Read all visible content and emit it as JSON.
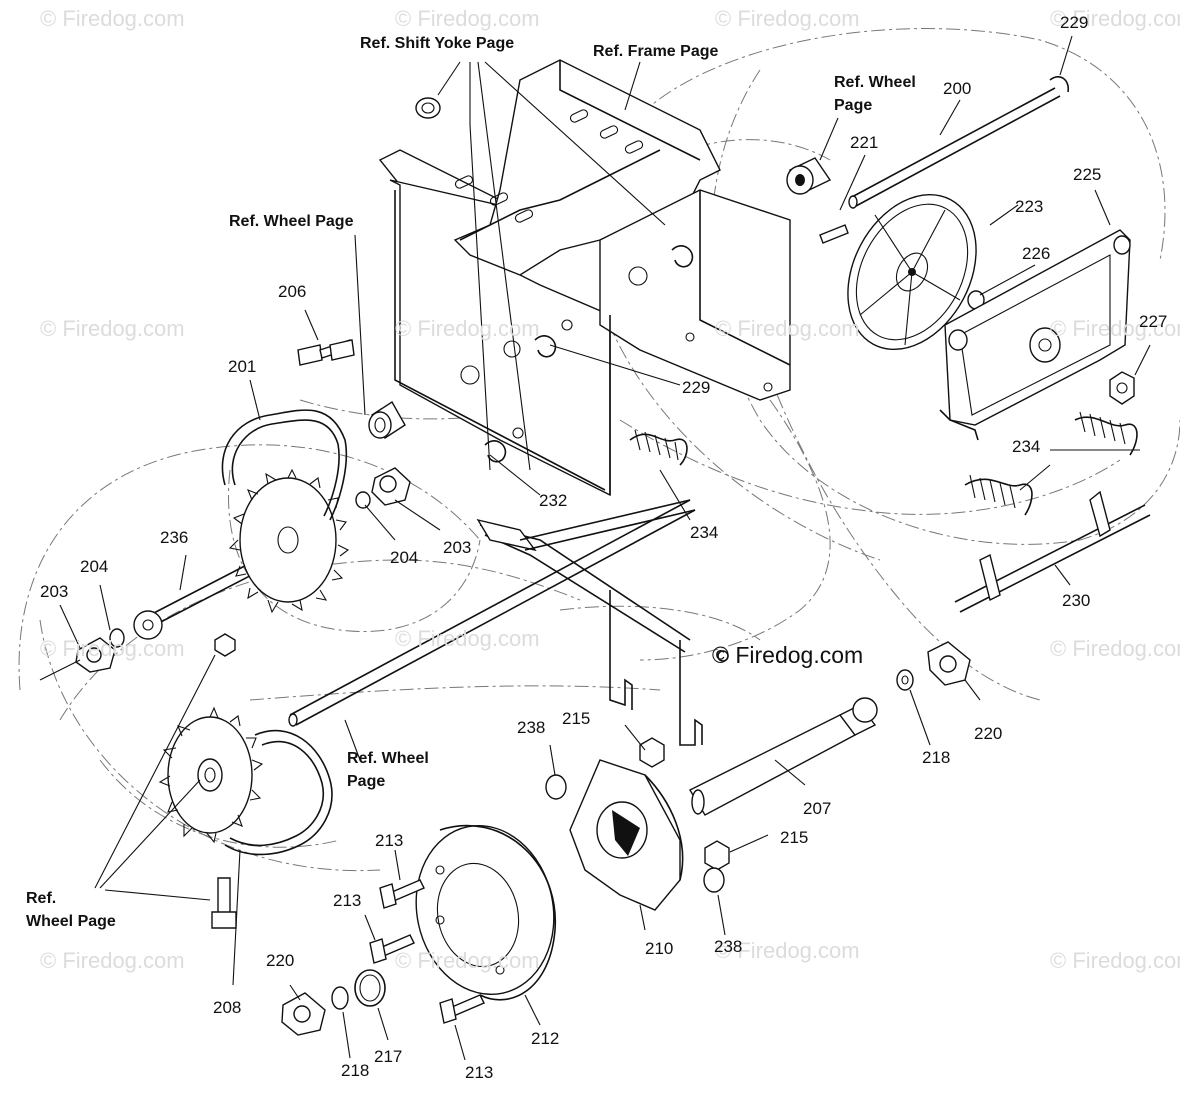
{
  "watermark": {
    "text": "© Firedog.com"
  },
  "center_watermark": {
    "text": "© Firedog.com"
  },
  "reference_labels": [
    {
      "id": "ref-shift-yoke",
      "lines": [
        "Ref. Shift Yoke Page"
      ]
    },
    {
      "id": "ref-frame",
      "lines": [
        "Ref. Frame Page"
      ]
    },
    {
      "id": "ref-wheel-top",
      "lines": [
        "Ref. Wheel",
        "Page"
      ]
    },
    {
      "id": "ref-wheel-left",
      "lines": [
        "Ref. Wheel Page"
      ]
    },
    {
      "id": "ref-wheel-middle",
      "lines": [
        "Ref. Wheel",
        "Page"
      ]
    },
    {
      "id": "ref-wheel-bottom",
      "lines": [
        "Ref.",
        "Wheel Page"
      ]
    }
  ],
  "part_numbers": [
    {
      "id": "p229-top",
      "text": "229"
    },
    {
      "id": "p200",
      "text": "200"
    },
    {
      "id": "p221",
      "text": "221"
    },
    {
      "id": "p223",
      "text": "223"
    },
    {
      "id": "p225",
      "text": "225"
    },
    {
      "id": "p226",
      "text": "226"
    },
    {
      "id": "p227",
      "text": "227"
    },
    {
      "id": "p206",
      "text": "206"
    },
    {
      "id": "p201",
      "text": "201"
    },
    {
      "id": "p229-mid",
      "text": "229"
    },
    {
      "id": "p234-right",
      "text": "234"
    },
    {
      "id": "p232",
      "text": "232"
    },
    {
      "id": "p234-center",
      "text": "234"
    },
    {
      "id": "p203-center",
      "text": "203"
    },
    {
      "id": "p204-center",
      "text": "204"
    },
    {
      "id": "p236",
      "text": "236"
    },
    {
      "id": "p204-left",
      "text": "204"
    },
    {
      "id": "p203-left",
      "text": "203"
    },
    {
      "id": "p230",
      "text": "230"
    },
    {
      "id": "p220-right",
      "text": "220"
    },
    {
      "id": "p218-right",
      "text": "218"
    },
    {
      "id": "p215-top",
      "text": "215"
    },
    {
      "id": "p238-top",
      "text": "238"
    },
    {
      "id": "p207",
      "text": "207"
    },
    {
      "id": "p215-bottom",
      "text": "215"
    },
    {
      "id": "p213-a",
      "text": "213"
    },
    {
      "id": "p213-b",
      "text": "213"
    },
    {
      "id": "p210",
      "text": "210"
    },
    {
      "id": "p238-bottom",
      "text": "238"
    },
    {
      "id": "p220-left",
      "text": "220"
    },
    {
      "id": "p208",
      "text": "208"
    },
    {
      "id": "p212",
      "text": "212"
    },
    {
      "id": "p218-left",
      "text": "218"
    },
    {
      "id": "p217",
      "text": "217"
    },
    {
      "id": "p213-c",
      "text": "213"
    }
  ]
}
